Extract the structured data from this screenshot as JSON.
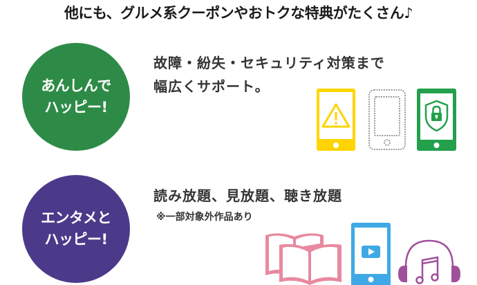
{
  "header": {
    "title": "他にも、グルメ系クーポンやおトクな特典がたくさん♪"
  },
  "sections": [
    {
      "badge": {
        "line1": "あんしんで",
        "line2": "ハッピー!",
        "color": "#2e8b47"
      },
      "description_line1": "故障・紛失・セキュリティ対策まで",
      "description_line2": "幅広くサポート。",
      "icons": [
        {
          "name": "warning-phone-icon",
          "color": "#ffd400"
        },
        {
          "name": "broken-phone-icon",
          "color": "#9a9a9a"
        },
        {
          "name": "security-phone-icon",
          "color": "#23a04c"
        }
      ]
    },
    {
      "badge": {
        "line1": "エンタメと",
        "line2": "ハッピー!",
        "color": "#4b3a8a"
      },
      "description_line1": "読み放題、見放題、聴き放題",
      "note": "※一部対象外作品あり",
      "icons": [
        {
          "name": "book-icon",
          "color": "#e8899f"
        },
        {
          "name": "video-phone-icon",
          "color": "#3fa9e5"
        },
        {
          "name": "headphones-music-icon",
          "color": "#a04f9a"
        }
      ]
    }
  ]
}
